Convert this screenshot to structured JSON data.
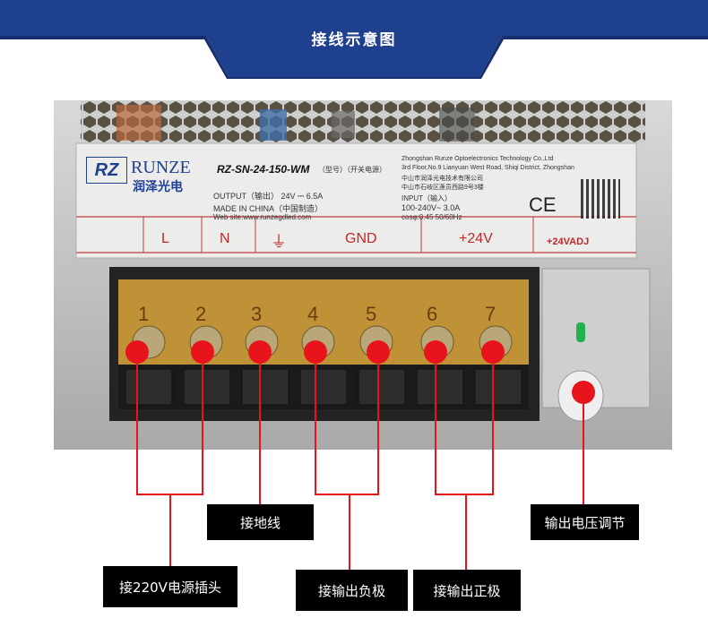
{
  "header": {
    "title": "接线示意图"
  },
  "label": {
    "logo_mark": "RZ",
    "brand": "RUNZE",
    "brand_cn": "润泽光电",
    "model": "RZ-SN-24-150-WM",
    "model_note": "（型号）（开关电源）",
    "output": "OUTPUT（输出）   24V  ⎓  6.5A",
    "made_in": "MADE IN CHINA（中国制造）",
    "website": "Web site:www.runzegdled.com",
    "company_en": "Zhongshan Runze Optoelectronics Technology Co.,Ltd",
    "address_en": "3rd Floor,No.9 Lianyuan West Road, Shiqi District, Zhongshan",
    "company_cn": "中山市润泽光电技术有限公司",
    "address_cn": "中山市石岐区莲员西路9号3楼",
    "input": "INPUT（输入）",
    "input_spec": "100-240V~  3.0A",
    "cos": "cosφ:0.45  50/60Hz",
    "ce": "CE",
    "terminals": [
      "L",
      "N",
      "⏚",
      "GND",
      "+24V",
      "+24VADJ"
    ],
    "numbers": [
      "1",
      "2",
      "3",
      "4",
      "5",
      "6",
      "7"
    ]
  },
  "callouts": {
    "ground": "接地线",
    "voltage_adjust": "输出电压调节",
    "mains": "接220V电源插头",
    "negative": "接输出负极",
    "positive": "接输出正极"
  },
  "colors": {
    "banner": "#1f3f8f",
    "dot": "#e8141c",
    "line": "#e8141c",
    "callout_bg": "#000000"
  }
}
